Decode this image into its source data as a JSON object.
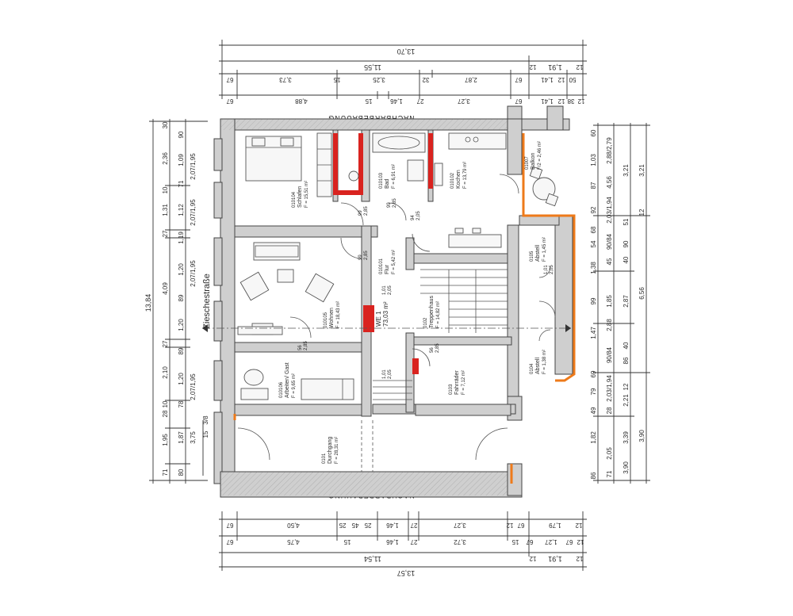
{
  "building": {
    "neighbor_top": "NACHBARBEBAUUNG",
    "neighbor_bottom": "NACHBARBEBAUUNG",
    "street": "Zieschestraße",
    "unit": "WE 1",
    "unit_area": "73,03 m²"
  },
  "rooms": [
    {
      "id": "010104",
      "name": "Schlafen",
      "area": "F = 15,51 m²"
    },
    {
      "id": "010103",
      "name": "Bad",
      "area": "F = 6,91 m²"
    },
    {
      "id": "010102",
      "name": "Kochen",
      "area": "F = 13,79 m²"
    },
    {
      "id": "01007",
      "name": "Balkon",
      "area": "F/2 = 2,46 m²"
    },
    {
      "id": "010101",
      "name": "Flur",
      "area": "F = 5,42 m²"
    },
    {
      "id": "0105",
      "name": "Abstell",
      "area": "F = 1,45 m²"
    },
    {
      "id": "010105",
      "name": "Wohnen",
      "area": "F = 18,43 m²"
    },
    {
      "id": "0102",
      "name": "Treppenhaus",
      "area": "F = 14,82 m²"
    },
    {
      "id": "010106",
      "name": "Arbeiten/ Gast",
      "area": "F = 9,65 m²"
    },
    {
      "id": "0104",
      "name": "Abstell",
      "area": "F = 1,38 m²"
    },
    {
      "id": "0103",
      "name": "Fahrräder",
      "area": "F = 7,12 m²"
    },
    {
      "id": "0101",
      "name": "Durchgang",
      "area": "F = 28,31 m²"
    }
  ],
  "door_marks": [
    "99",
    "2,85",
    "99",
    "2,85",
    "94",
    "2,05",
    "99",
    "2,85",
    "56",
    "2,85",
    "56",
    "2,85",
    "1,01",
    "2,05",
    "1,01",
    "2,05",
    "1,01",
    "2,05"
  ],
  "dims_top": {
    "total": "13,70",
    "row2": [
      "11,55",
      "12",
      "1,91",
      "12"
    ],
    "row3": [
      "67",
      "3,73",
      "15",
      "3,25",
      "32",
      "2,87",
      "67",
      "1,41",
      "12",
      "50"
    ],
    "row4": [
      "67",
      "4,88",
      "15",
      "1,46",
      "27",
      "3,27",
      "67",
      "1,41",
      "12",
      "38",
      "12"
    ]
  },
  "dims_bottom": {
    "row1": [
      "67",
      "4,50",
      "25",
      "45",
      "25",
      "1,46",
      "27",
      "3,27",
      "12",
      "67",
      "1,79",
      "12"
    ],
    "row2": [
      "67",
      "4,75",
      "15",
      "1,46",
      "27",
      "3,72",
      "15",
      "67",
      "1,27",
      "67",
      "12"
    ],
    "row3": [
      "11,54",
      "12",
      "1,91",
      "12"
    ],
    "total": "13,57"
  },
  "dims_left": {
    "total": "13,84",
    "col2": [
      "30",
      "2,36",
      "10",
      "1,31",
      "27",
      "4,09",
      "27",
      "2,10",
      "10",
      "28",
      "1,95",
      "71"
    ],
    "col3": [
      "90",
      "1,09",
      "71",
      "1,12",
      "1,19",
      "1,20",
      "89",
      "1,20",
      "89",
      "1,20",
      "78",
      "1,87",
      "80"
    ],
    "col4": [
      "2,07/1,95",
      "2,07/1,95",
      "2,07/1,95",
      "2,07/1,95",
      "3,75",
      "15",
      "3/8"
    ]
  },
  "dims_right": {
    "col1": [
      "60",
      "1,03",
      "87",
      "92",
      "68",
      "54",
      "1,38",
      "99",
      "1,47",
      "69",
      "79",
      "49",
      "1,82",
      "86"
    ],
    "col2": [
      "2,88/2,79",
      "4,56",
      "2,03/1,94",
      "90/84",
      "45",
      "1,85",
      "2,88",
      "90/84",
      "2,03/1,94",
      "28",
      "2,05",
      "71"
    ],
    "col3": [
      "3,21",
      "51",
      "90",
      "40",
      "2,87",
      "40",
      "86",
      "12",
      "2,21",
      "3,39"
    ],
    "col4": [
      "3,21",
      "12",
      "6,56",
      "3,90",
      "3,90"
    ]
  }
}
